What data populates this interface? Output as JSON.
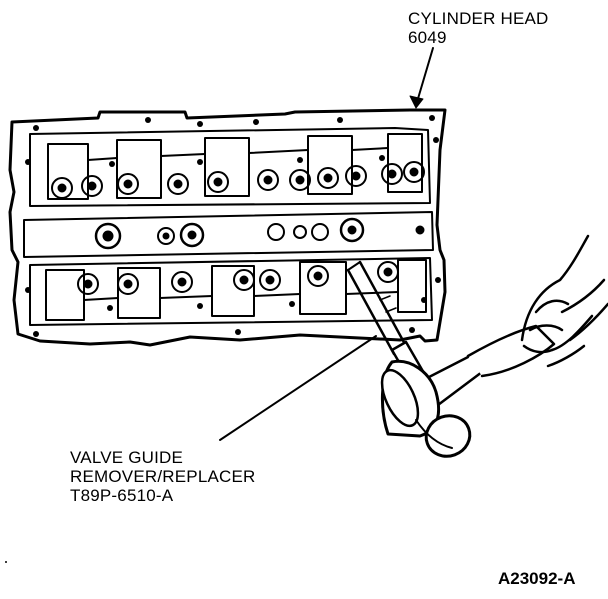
{
  "callouts": {
    "cylinder_head": {
      "name": "CYLINDER HEAD",
      "part_number": "6049"
    },
    "tool": {
      "line1": "VALVE GUIDE",
      "line2": "REMOVER/REPLACER",
      "line3": "T89P-6510-A"
    }
  },
  "figure_id": "A23092-A"
}
